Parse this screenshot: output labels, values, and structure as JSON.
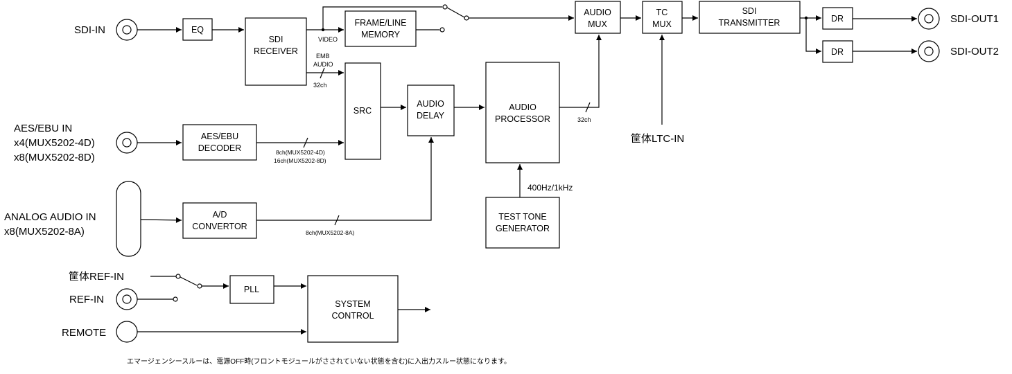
{
  "inputs": {
    "sdi_in": "SDI-IN",
    "aes_line1": "AES/EBU IN",
    "aes_line2": "x4(MUX5202-4D)",
    "aes_line3": "x8(MUX5202-8D)",
    "analog_line1": "ANALOG AUDIO IN",
    "analog_line2": "x8(MUX5202-8A)",
    "ref_in_chassis": "筐体REF-IN",
    "ref_in": "REF-IN",
    "remote": "REMOTE",
    "ltc_in": "筐体LTC-IN"
  },
  "outputs": {
    "sdi_out1": "SDI-OUT1",
    "sdi_out2": "SDI-OUT2"
  },
  "blocks": {
    "eq": "EQ",
    "sdi_receiver_1": "SDI",
    "sdi_receiver_2": "RECEIVER",
    "frame_memory_1": "FRAME/LINE",
    "frame_memory_2": "MEMORY",
    "src": "SRC",
    "audio_delay_1": "AUDIO",
    "audio_delay_2": "DELAY",
    "audio_processor_1": "AUDIO",
    "audio_processor_2": "PROCESSOR",
    "audio_mux_1": "AUDIO",
    "audio_mux_2": "MUX",
    "tc_mux_1": "TC",
    "tc_mux_2": "MUX",
    "sdi_transmitter_1": "SDI",
    "sdi_transmitter_2": "TRANSMITTER",
    "dr1": "DR",
    "dr2": "DR",
    "aes_decoder_1": "AES/EBU",
    "aes_decoder_2": "DECODER",
    "ad_converter_1": "A/D",
    "ad_converter_2": "CONVERTOR",
    "test_tone_1": "TEST TONE",
    "test_tone_2": "GENERATOR",
    "pll": "PLL",
    "system_control_1": "SYSTEM",
    "system_control_2": "CONTROL"
  },
  "annotations": {
    "video": "VIDEO",
    "emb_1": "EMB",
    "emb_2": "AUDIO",
    "ch32_a": "32ch",
    "ch32_b": "32ch",
    "aes_ch_1": "8ch(MUX5202-4D)",
    "aes_ch_2": "16ch(MUX5202-8D)",
    "analog_ch": "8ch(MUX5202-8A)",
    "tone_freq": "400Hz/1kHz"
  },
  "footnote": "エマージェンシースルーは、電源OFF時(フロントモジュールがさされていない状態を含む)に入出力スルー状態になります。"
}
